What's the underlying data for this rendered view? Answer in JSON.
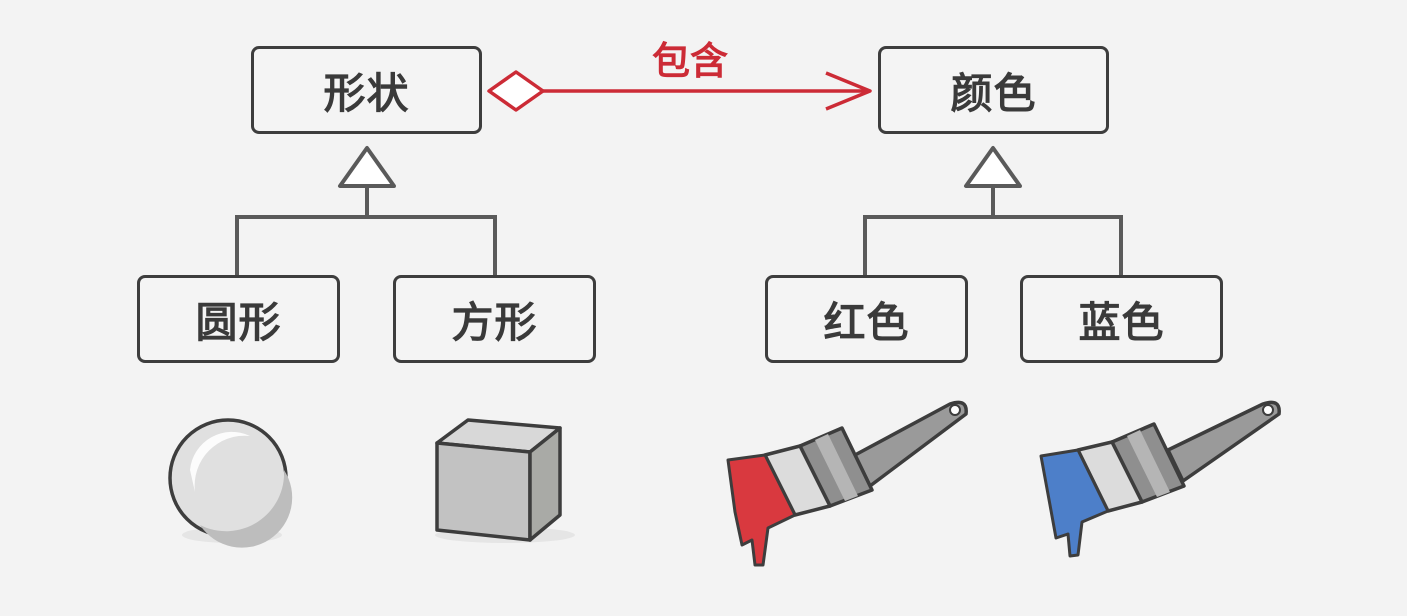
{
  "diagram": {
    "relation_label": "包含",
    "nodes": {
      "shape": "形状",
      "color": "颜色",
      "circle": "圆形",
      "square": "方形",
      "red": "红色",
      "blue": "蓝色"
    },
    "colors": {
      "relation": "#cc2b36",
      "line": "#5a5a5a",
      "box_border": "#3d3d3d",
      "box_fill": "#f4f4f4",
      "paint_red": "#d9393f",
      "paint_blue": "#4d7fc9"
    },
    "icons": [
      "sphere-icon",
      "cube-icon",
      "red-paintbrush-icon",
      "blue-paintbrush-icon"
    ]
  }
}
